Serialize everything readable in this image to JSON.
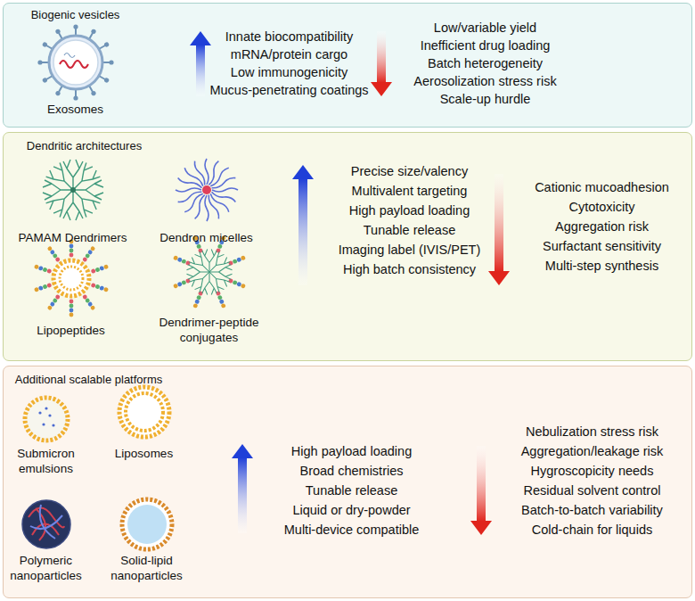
{
  "diagram": {
    "nodes": [
      {
        "text": [
          "Biogenic vesicles",
          "Exosomes",
          "Innate biocompatibility",
          "mRNA/protein cargo",
          "Low immunogenicity",
          "Mucus-penetrating coatings",
          "Low/variable yield",
          "Inefficient drug loading",
          "Batch heterogeneity",
          "Aerosolization stress risk",
          "Scale-up hurdle"
        ]
      },
      {
        "text": [
          "Dendritic architectures",
          "PAMAM Dendrimers",
          "Dendron micelles",
          "Lipopeptides",
          "Dendrimer-peptide conjugates",
          "Precise size/valency",
          "Multivalent targeting",
          "High payload loading",
          "Tunable release",
          "Imaging label (IVIS/PET)",
          "High batch consistency",
          "Cationic mucoadhesion",
          "Cytotoxicity",
          "Aggregation risk",
          "Surfactant sensitivity",
          "Multi-step synthesis"
        ]
      },
      {
        "text": [
          "Additional scalable platforms",
          "Submicron emulsions",
          "Liposomes",
          "Polymeric nanoparticles",
          "Solid-lipid nanoparticles",
          "High payload loading",
          "Broad chemistries",
          "Tunable release",
          "Liquid or dry-powder",
          "Multi-device compatible",
          "Nebulization stress risk",
          "Aggregation/leakage risk",
          "Hygroscopicity needs",
          "Residual solvent control",
          "Batch-to-batch variability",
          "Cold-chain for liquids"
        ]
      }
    ]
  }
}
